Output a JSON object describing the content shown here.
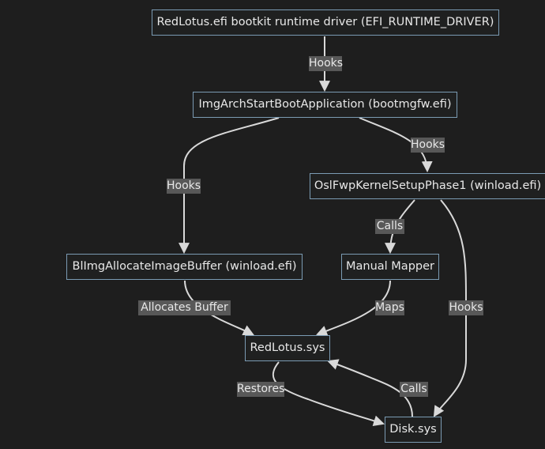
{
  "nodes": {
    "redlotus_efi": "RedLotus.efi bootkit runtime driver (EFI_RUNTIME_DRIVER)",
    "imgarch": "ImgArchStartBootApplication (bootmgfw.efi)",
    "oslfwp": "OslFwpKernelSetupPhase1 (winload.efi)",
    "blimg": "BlImgAllocateImageBuffer (winload.efi)",
    "manual_mapper": "Manual Mapper",
    "redlotus_sys": "RedLotus.sys",
    "disk_sys": "Disk.sys"
  },
  "edges": {
    "efi_to_imgarch": "Hooks",
    "imgarch_to_oslfwp": "Hooks",
    "imgarch_to_blimg": "Hooks",
    "oslfwp_to_mapper": "Calls",
    "blimg_to_redlotus": "Allocates Buffer",
    "mapper_to_redlotus": "Maps",
    "oslfwp_to_disk": "Hooks",
    "redlotus_to_disk": "Restores",
    "disk_to_redlotus": "Calls"
  },
  "colors": {
    "background": "#1e1e1e",
    "node_fill": "#1f2020",
    "node_border": "#7b9bb3",
    "edge": "#d9d9d9",
    "edge_label_bg": "#585858",
    "text": "#e8e8e8"
  }
}
